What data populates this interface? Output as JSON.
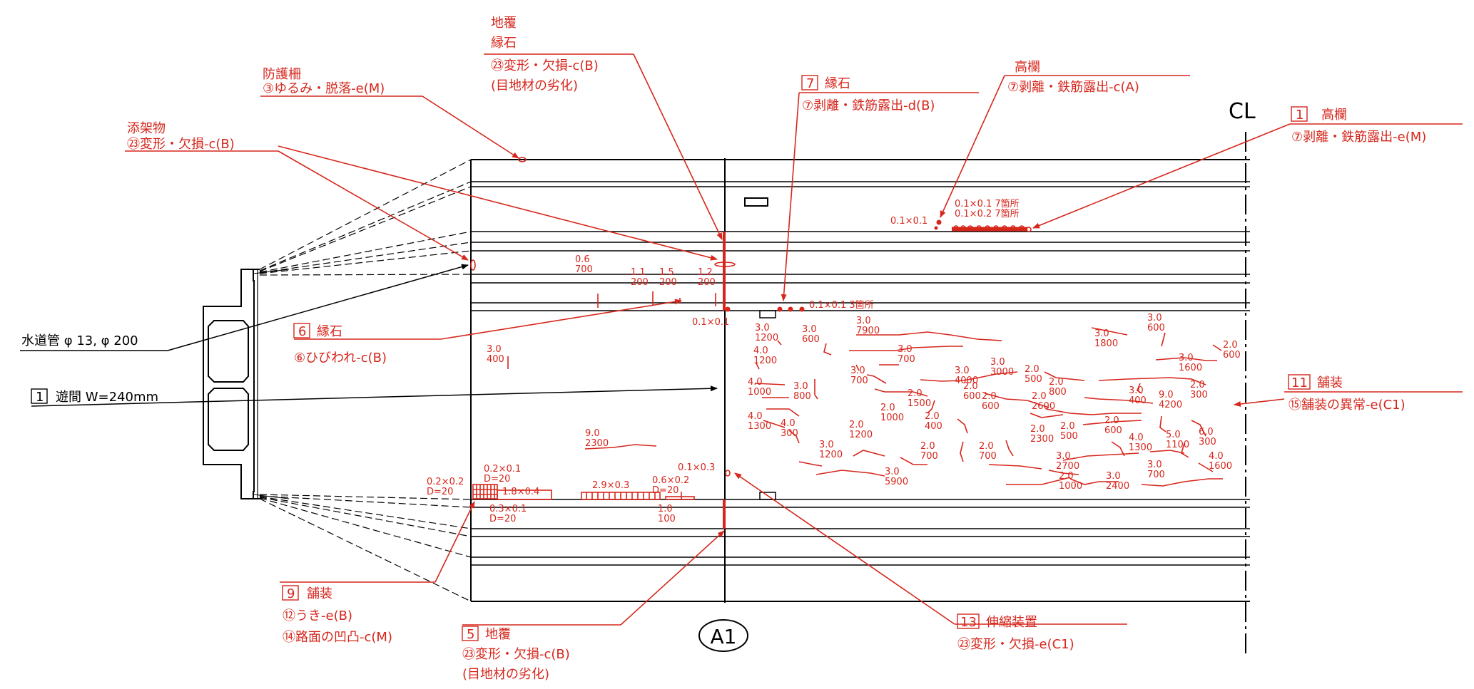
{
  "centerline": "CL",
  "abutment": "A1",
  "callouts": [
    {
      "id": "c-bousaku",
      "title": "防護柵",
      "item": "③ゆるみ・脱落-e(M)"
    },
    {
      "id": "c-tenka",
      "title": "添架物",
      "item": "㉓変形・欠損-c(B)"
    },
    {
      "id": "c-jifuku-top",
      "title": "地覆",
      "title2": "縁石",
      "item": "㉓変形・欠損-c(B)",
      "note": "(目地材の劣化)"
    },
    {
      "id": "c-enseki7",
      "num": "7",
      "title": "縁石",
      "item": "⑦剥離・鉄筋露出-d(B)"
    },
    {
      "id": "c-kouran",
      "title": "高欄",
      "item": "⑦剥離・鉄筋露出-c(A)"
    },
    {
      "id": "c-kouran1",
      "num": "1",
      "title": "高欄",
      "item": "⑦剥離・鉄筋露出-e(M)"
    },
    {
      "id": "c-suidou",
      "title": "水道管 φ 13, φ 200"
    },
    {
      "id": "c-enseki6",
      "num": "6",
      "title": "縁石",
      "item": "⑥ひびわれ-c(B)"
    },
    {
      "id": "c-yukan",
      "num": "1",
      "title": "遊間 W=240mm"
    },
    {
      "id": "c-hosou11",
      "num": "11",
      "title": "舗装",
      "item": "⑮舗装の異常-e(C1)"
    },
    {
      "id": "c-hosou9",
      "num": "9",
      "title": "舗装",
      "item": "⑫うき-e(B)",
      "item2": "⑭路面の凹凸-c(M)"
    },
    {
      "id": "c-jifuku5",
      "num": "5",
      "title": "地覆",
      "item": "㉓変形・欠損-c(B)",
      "note": "(目地材の劣化)"
    },
    {
      "id": "c-shinshuku13",
      "num": "13",
      "title": "伸縮装置",
      "item": "㉓変形・欠損-e(C1)"
    }
  ],
  "labels": [
    {
      "a": "0.1×0.1 7箇所",
      "b": "0.1×0.2 7箇所"
    },
    {
      "a": "0.1×0.1"
    },
    {
      "a": "0.1×0.1 3箇所"
    },
    {
      "a": "0.1×0.1"
    },
    {
      "a": "0.6",
      "b": "700"
    },
    {
      "a": "1.1",
      "b": "200"
    },
    {
      "a": "1.5",
      "b": "200"
    },
    {
      "a": "1.2",
      "b": "200"
    },
    {
      "a": "3.0",
      "b": "400"
    },
    {
      "a": "3.0",
      "b": "1200"
    },
    {
      "a": "3.0",
      "b": "600"
    },
    {
      "a": "3.0",
      "b": "7900"
    },
    {
      "a": "3.0",
      "b": "1800"
    },
    {
      "a": "3.0",
      "b": "600"
    },
    {
      "a": "4.0",
      "b": "1200"
    },
    {
      "a": "3.0",
      "b": "700"
    },
    {
      "a": "3.0",
      "b": "3000"
    },
    {
      "a": "3.0",
      "b": "1600"
    },
    {
      "a": "2.0",
      "b": "600"
    },
    {
      "a": "3.0",
      "b": "700"
    },
    {
      "a": "3.0",
      "b": "4000"
    },
    {
      "a": "2.0",
      "b": "500"
    },
    {
      "a": "2.0",
      "b": "800"
    },
    {
      "a": "4.0",
      "b": "1000"
    },
    {
      "a": "3.0",
      "b": "800"
    },
    {
      "a": "2.0",
      "b": "1500"
    },
    {
      "a": "2.0",
      "b": "600"
    },
    {
      "a": "2.0",
      "b": "600"
    },
    {
      "a": "2.0",
      "b": "2600"
    },
    {
      "a": "3.0",
      "b": "400"
    },
    {
      "a": "9.0",
      "b": "4200"
    },
    {
      "a": "2.0",
      "b": "300"
    },
    {
      "a": "4.0",
      "b": "1300"
    },
    {
      "a": "4.0",
      "b": "300"
    },
    {
      "a": "2.0",
      "b": "1000"
    },
    {
      "a": "2.0",
      "b": "400"
    },
    {
      "a": "2.0",
      "b": "1200"
    },
    {
      "a": "2.0",
      "b": "2300"
    },
    {
      "a": "2.0",
      "b": "500"
    },
    {
      "a": "2.0",
      "b": "600"
    },
    {
      "a": "4.0",
      "b": "1300"
    },
    {
      "a": "5.0",
      "b": "1100"
    },
    {
      "a": "6.0",
      "b": "300"
    },
    {
      "a": "9.0",
      "b": "2300"
    },
    {
      "a": "2.0",
      "b": "700"
    },
    {
      "a": "2.0",
      "b": "700"
    },
    {
      "a": "3.0",
      "b": "1200"
    },
    {
      "a": "3.0",
      "b": "5900"
    },
    {
      "a": "3.0",
      "b": "2700"
    },
    {
      "a": "4.0",
      "b": "1600"
    },
    {
      "a": "3.0",
      "b": "700"
    },
    {
      "a": "2.0",
      "b": "1000"
    },
    {
      "a": "3.0",
      "b": "2400"
    },
    {
      "a": "0.2×0.1",
      "b": "D=20"
    },
    {
      "a": "0.2×0.2",
      "b": "D=20"
    },
    {
      "a": "1.8×0.4"
    },
    {
      "a": "0.3×0.1",
      "b": "D=20"
    },
    {
      "a": "2.9×0.3"
    },
    {
      "a": "0.6×0.2",
      "b": "D=20"
    },
    {
      "a": "0.1×0.3"
    },
    {
      "a": "1.0",
      "b": "100"
    }
  ]
}
